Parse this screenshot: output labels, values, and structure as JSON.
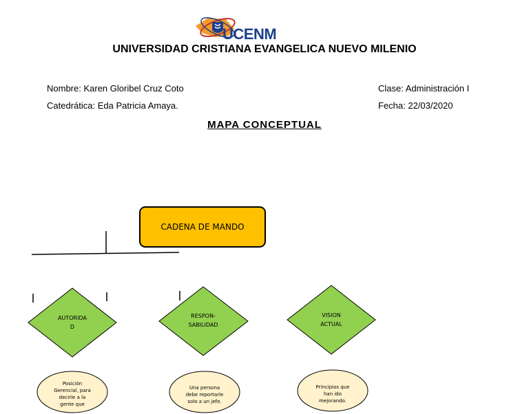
{
  "header": {
    "logo_text": "UCENM",
    "university": "UNIVERSIDAD CRISTIANA EVANGELICA NUEVO MILENIO"
  },
  "info": {
    "nombre": "Nombre: Karen Gloribel Cruz Coto",
    "catedratica": "Catedrática: Eda Patricia Amaya.",
    "clase": "Clase: Administración I",
    "fecha": "Fecha: 22/03/2020"
  },
  "title": "MAPA CONCEPTUAL",
  "map": {
    "main": "CADENA DE MANDO",
    "concepts": [
      {
        "line1": "AUTORIDA",
        "line2": "D",
        "desc": [
          "Posición",
          "Gerencial, para",
          "decirle a la",
          "gente que"
        ]
      },
      {
        "line1": "RESPON-",
        "line2": "SABILIDAD",
        "desc": [
          "Una persona",
          "debe reportarle",
          "solo a un jefe."
        ]
      },
      {
        "line1": "VISION",
        "line2": "ACTUAL",
        "desc": [
          "Principios que",
          "han ido",
          "mejorando."
        ]
      }
    ]
  },
  "colors": {
    "box": "#ffc000",
    "diamond": "#92d050",
    "oval": "#fff2cc",
    "logo_blue": "#1d3f8c",
    "logo_orange": "#f39a2b"
  }
}
